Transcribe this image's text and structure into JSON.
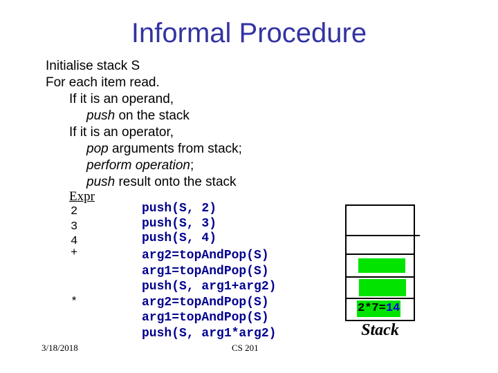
{
  "slide": {
    "title": "Informal Procedure"
  },
  "procedure": {
    "lines": [
      {
        "plain": "Initialise stack S"
      },
      {
        "plain": "For each item read."
      },
      {
        "plain": "If it is an operand,"
      },
      {
        "em": "push",
        "plain": " on the stack"
      },
      {
        "plain": "If it is an operator,"
      },
      {
        "em": "pop",
        "plain": " arguments from stack;"
      },
      {
        "em": "perform operation",
        "plain": ";"
      },
      {
        "em": "push",
        "plain": " result onto the stack"
      }
    ]
  },
  "trace": {
    "header": "Expr",
    "items": [
      "2",
      "3",
      "4",
      "+",
      "*"
    ],
    "code_lines": [
      "push(S, 2)",
      "push(S, 3)",
      "push(S, 4)",
      "arg2=topAndPop(S)",
      "arg1=topAndPop(S)",
      "push(S, arg1+arg2)",
      "arg2=topAndPop(S)",
      "arg1=topAndPop(S)",
      "push(S, arg1*arg2)"
    ]
  },
  "stack": {
    "caption": "Stack",
    "cells": [
      "empty",
      "empty",
      "filled",
      "filled",
      "result"
    ],
    "result_expr": "2*7=",
    "result_value": "14"
  },
  "footer": {
    "date": "3/18/2018",
    "course": "CS 201"
  },
  "colors": {
    "title_blue": "#3333a3",
    "code_navy": "#000090",
    "stack_green": "#00e400",
    "result_blue": "#0000e0"
  }
}
